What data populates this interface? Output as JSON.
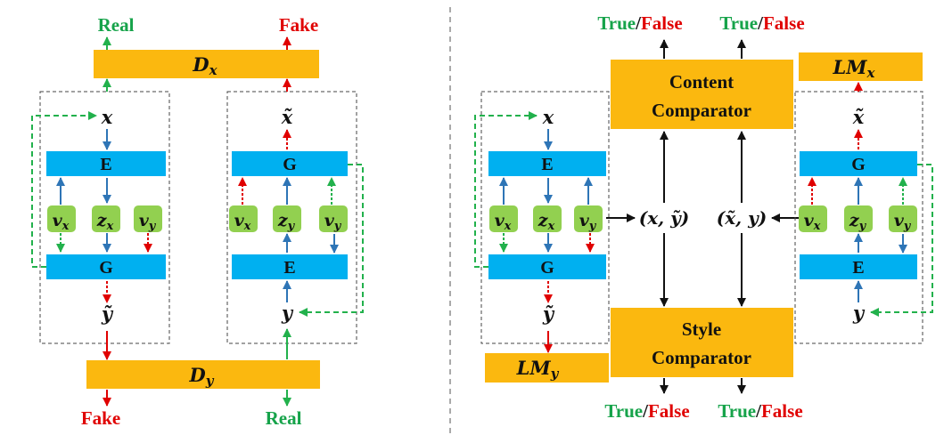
{
  "left_panel": {
    "top_outputs": {
      "real": "Real",
      "fake": "Fake"
    },
    "bottom_outputs": {
      "fake": "Fake",
      "real": "Real"
    },
    "dx_base": "D",
    "dx_sub": "x",
    "dy_base": "D",
    "dy_sub": "y",
    "left_block": {
      "input": "x",
      "encoder": "E",
      "generator": "G",
      "output": "ỹ",
      "latent": [
        {
          "base": "v",
          "sub": "x"
        },
        {
          "base": "z",
          "sub": "x"
        },
        {
          "base": "v",
          "sub": "y"
        }
      ]
    },
    "right_block": {
      "output": "x̃",
      "generator": "G",
      "encoder": "E",
      "input": "y",
      "latent": [
        {
          "base": "v",
          "sub": "x"
        },
        {
          "base": "z",
          "sub": "y"
        },
        {
          "base": "v",
          "sub": "y"
        }
      ]
    }
  },
  "right_panel": {
    "content_comparator": [
      "Content",
      "Comparator"
    ],
    "style_comparator": [
      "Style",
      "Comparator"
    ],
    "top_labels": [
      {
        "true": "True",
        "sep": "/",
        "false": "False"
      },
      {
        "true": "True",
        "sep": "/",
        "false": "False"
      }
    ],
    "bottom_labels": [
      {
        "true": "True",
        "sep": "/",
        "false": "False"
      },
      {
        "true": "True",
        "sep": "/",
        "false": "False"
      }
    ],
    "pair_left": "(x, ỹ)",
    "pair_right": "(x̃, y)",
    "lmx_base": "LM",
    "lmx_sub": "x",
    "lmy_base": "LM",
    "lmy_sub": "y",
    "left_block": {
      "input": "x",
      "encoder": "E",
      "generator": "G",
      "output": "ỹ",
      "latent": [
        {
          "base": "v",
          "sub": "x"
        },
        {
          "base": "z",
          "sub": "x"
        },
        {
          "base": "v",
          "sub": "y"
        }
      ]
    },
    "right_block": {
      "output": "x̃",
      "generator": "G",
      "encoder": "E",
      "input": "y",
      "latent": [
        {
          "base": "v",
          "sub": "x"
        },
        {
          "base": "z",
          "sub": "y"
        },
        {
          "base": "v",
          "sub": "y"
        }
      ]
    }
  },
  "colors": {
    "orange": "#FBB80F",
    "blue": "#00B0F0",
    "green_box": "#92D050",
    "green_text": "#16A34A",
    "red_text": "#E00000",
    "blue_arrow": "#2E75B6",
    "red_arrow": "#E00000",
    "green_arrow": "#22B14C"
  }
}
